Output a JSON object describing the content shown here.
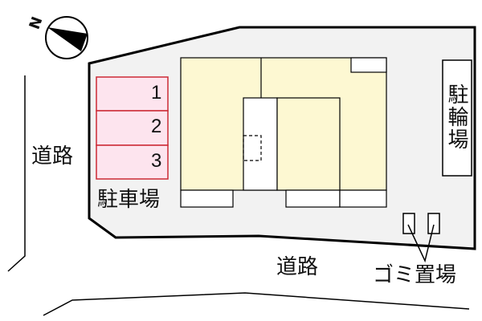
{
  "compass": {
    "label": "N",
    "icon": "north-arrow-icon"
  },
  "labels": {
    "road_west": "道路",
    "road_south": "道路",
    "parking": "駐車場",
    "bicycle_parking": "駐輪場",
    "garbage": "ゴミ置場"
  },
  "parking_spaces": [
    {
      "number": "1"
    },
    {
      "number": "2"
    },
    {
      "number": "3"
    }
  ],
  "colors": {
    "lot": "#f2f2f2",
    "building": "#fdf8d2",
    "parking": "#fde4ee",
    "parking_border": "#cc2a35"
  }
}
